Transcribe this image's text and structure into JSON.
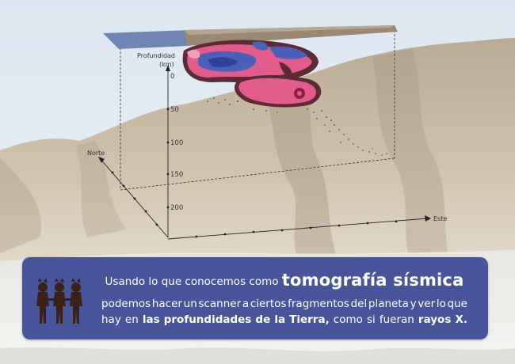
{
  "diagram": {
    "depth_axis_label_line1": "Profundidad",
    "depth_axis_label_line2": "(km)",
    "depth_ticks": [
      "0",
      "50",
      "100",
      "150",
      "200"
    ],
    "north_label": "Norte",
    "east_label": "Este"
  },
  "caption": {
    "line1_prefix": "Usando lo que conocemos como",
    "line1_highlight": "tomografía sísmica",
    "line2": [
      "podemos",
      "hacer",
      "un",
      "scanner",
      "a",
      "ciertos",
      "fragmentos",
      "del",
      "planeta",
      "y",
      "ver",
      "lo",
      "que"
    ],
    "line3_before": [
      "hay",
      "en"
    ],
    "line3_bold1": [
      "las",
      "profundidades",
      "de",
      "la",
      "Tierra,"
    ],
    "line3_middle": [
      "como",
      "si",
      "fueran"
    ],
    "line3_bold2": "rayos",
    "line3_end": "X."
  },
  "colors": {
    "sky": "#e8eef5",
    "mountain": "#c8bba6",
    "info_box": "#3a4894",
    "anomaly_pink": "#e25d8b",
    "anomaly_blue": "#4b5fb8"
  }
}
